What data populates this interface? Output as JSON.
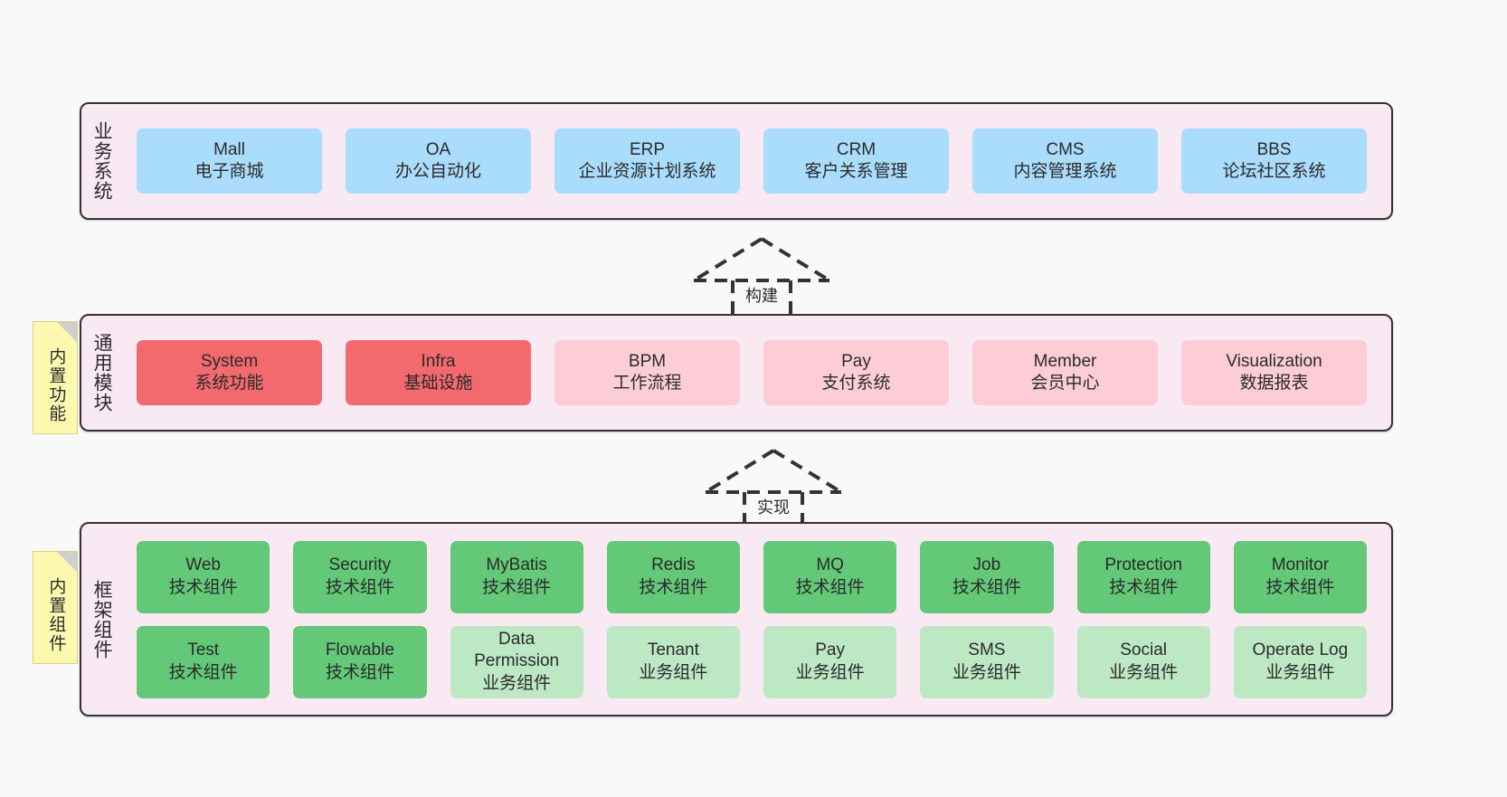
{
  "layers": [
    {
      "id": "business",
      "label": "业务系统",
      "cards": [
        {
          "name": "Mall",
          "desc": "电子商城",
          "color": "#aadcfb"
        },
        {
          "name": "OA",
          "desc": "办公自动化",
          "color": "#aadcfb"
        },
        {
          "name": "ERP",
          "desc": "企业资源计划系统",
          "color": "#aadcfb"
        },
        {
          "name": "CRM",
          "desc": "客户关系管理",
          "color": "#aadcfb"
        },
        {
          "name": "CMS",
          "desc": "内容管理系统",
          "color": "#aadcfb"
        },
        {
          "name": "BBS",
          "desc": "论坛社区系统",
          "color": "#aadcfb"
        }
      ]
    },
    {
      "id": "modules",
      "label": "通用模块",
      "cards": [
        {
          "name": "System",
          "desc": "系统功能",
          "color": "#f2696e"
        },
        {
          "name": "Infra",
          "desc": "基础设施",
          "color": "#f2696e"
        },
        {
          "name": "BPM",
          "desc": "工作流程",
          "color": "#fccdd6"
        },
        {
          "name": "Pay",
          "desc": "支付系统",
          "color": "#fccdd6"
        },
        {
          "name": "Member",
          "desc": "会员中心",
          "color": "#fccdd6"
        },
        {
          "name": "Visualization",
          "desc": "数据报表",
          "color": "#fccdd6"
        }
      ]
    },
    {
      "id": "framework",
      "label": "框架组件",
      "row1": [
        {
          "name": "Web",
          "desc": "技术组件",
          "color": "#63c878"
        },
        {
          "name": "Security",
          "desc": "技术组件",
          "color": "#63c878"
        },
        {
          "name": "MyBatis",
          "desc": "技术组件",
          "color": "#63c878"
        },
        {
          "name": "Redis",
          "desc": "技术组件",
          "color": "#63c878"
        },
        {
          "name": "MQ",
          "desc": "技术组件",
          "color": "#63c878"
        },
        {
          "name": "Job",
          "desc": "技术组件",
          "color": "#63c878"
        },
        {
          "name": "Protection",
          "desc": "技术组件",
          "color": "#63c878"
        },
        {
          "name": "Monitor",
          "desc": "技术组件",
          "color": "#63c878"
        }
      ],
      "row2": [
        {
          "name": "Test",
          "desc": "技术组件",
          "color": "#63c878"
        },
        {
          "name": "Flowable",
          "desc": "技术组件",
          "color": "#63c878"
        },
        {
          "name": "Data Permission",
          "desc": "业务组件",
          "color": "#bde8c4"
        },
        {
          "name": "Tenant",
          "desc": "业务组件",
          "color": "#bde8c4"
        },
        {
          "name": "Pay",
          "desc": "业务组件",
          "color": "#bde8c4"
        },
        {
          "name": "SMS",
          "desc": "业务组件",
          "color": "#bde8c4"
        },
        {
          "name": "Social",
          "desc": "业务组件",
          "color": "#bde8c4"
        },
        {
          "name": "Operate Log",
          "desc": "业务组件",
          "color": "#bde8c4"
        }
      ]
    }
  ],
  "notes": [
    {
      "id": "functions",
      "label": "内置功能"
    },
    {
      "id": "components",
      "label": "内置组件"
    }
  ],
  "arrows": [
    {
      "id": "build",
      "label": "构建"
    },
    {
      "id": "impl",
      "label": "实现"
    }
  ],
  "colors": {
    "panel_bg": "#f9e9f3",
    "panel_border": "#333333",
    "note_bg": "#fcf8b0",
    "canvas_bg": "#f9f9f9",
    "blue": "#aadcfb",
    "red_strong": "#f2696e",
    "red_light": "#fccdd6",
    "green_strong": "#63c878",
    "green_light": "#bde8c4"
  }
}
